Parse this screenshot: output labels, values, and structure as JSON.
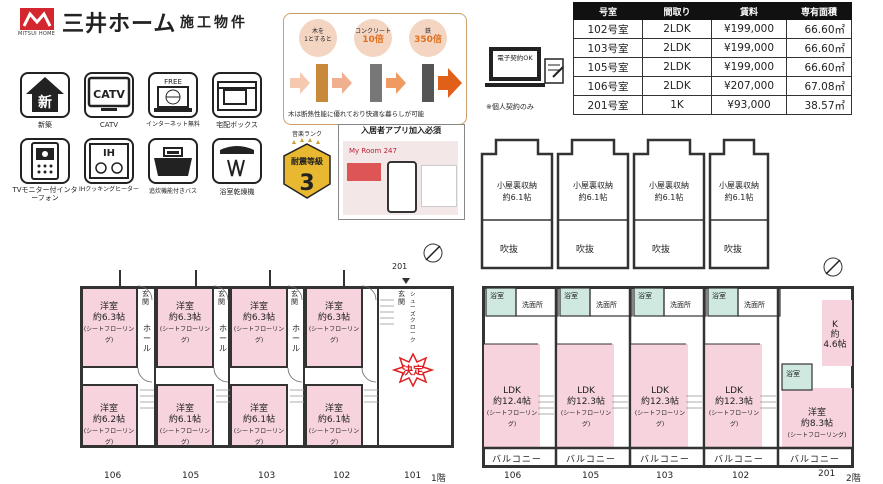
{
  "header": {
    "brand": "三井ホーム",
    "logo_sub": "MITSUI HOME",
    "subtitle": "施工物件"
  },
  "features": [
    {
      "icon": "new-build-icon",
      "glyph": "新",
      "label": "新築"
    },
    {
      "icon": "catv-icon",
      "glyph": "CATV",
      "label": "CATV"
    },
    {
      "icon": "internet-icon",
      "glyph": "FREE",
      "label": "インターネット無料"
    },
    {
      "icon": "delivery-box-icon",
      "glyph": "",
      "label": "宅配ボックス"
    },
    {
      "icon": "intercom-icon",
      "glyph": "",
      "label": "TVモニター付インターフォン"
    },
    {
      "icon": "ih-cooktop-icon",
      "glyph": "IH",
      "label": "IHクッキングヒーター"
    },
    {
      "icon": "bath-icon",
      "glyph": "",
      "label": "追炊機能付きバス"
    },
    {
      "icon": "bath-dryer-icon",
      "glyph": "",
      "label": "浴室乾燥機"
    }
  ],
  "insulation": {
    "items": [
      {
        "top": "木を",
        "mid": "1とすると",
        "val": ""
      },
      {
        "top": "コンクリート",
        "mid": "",
        "val": "10倍"
      },
      {
        "top": "鉄",
        "mid": "",
        "val": "350倍"
      }
    ],
    "caption": "木は断熱性能に優れており快適な暮らしが可能"
  },
  "rank": {
    "top": "音楽ランク",
    "label": "耐震等級",
    "value": "3"
  },
  "app": {
    "title": "入居者アプリ加入必須",
    "name": "My Room 247"
  },
  "contract": {
    "screen": "電子契約OK",
    "note": "※個人契約のみ"
  },
  "units_table": {
    "headers": [
      "号室",
      "間取り",
      "賃料",
      "専有面積"
    ],
    "rows": [
      [
        "102号室",
        "2LDK",
        "¥199,000",
        "66.60㎡"
      ],
      [
        "103号室",
        "2LDK",
        "¥199,000",
        "66.60㎡"
      ],
      [
        "105号室",
        "2LDK",
        "¥199,000",
        "66.60㎡"
      ],
      [
        "106号室",
        "2LDK",
        "¥207,000",
        "67.08㎡"
      ],
      [
        "201号室",
        "1K",
        "¥93,000",
        "38.57㎡"
      ]
    ]
  },
  "floor1": {
    "units": [
      "106",
      "105",
      "103",
      "102",
      "101"
    ],
    "floor_label": "1階",
    "upper_room": [
      "洋室",
      "約6.3帖",
      "(シートフローリング)"
    ],
    "lower_rooms": [
      [
        "洋室",
        "約6.2帖",
        "(シートフローリング)"
      ],
      [
        "洋室",
        "約6.1帖",
        "(シートフローリング)"
      ],
      [
        "洋室",
        "約6.1帖",
        "(シートフローリング)"
      ],
      [
        "洋室",
        "約6.1帖",
        "(シートフローリング)"
      ]
    ],
    "genkan": "玄関",
    "hall": "ホール",
    "decided": "決定",
    "u201": "201",
    "shoes": "シューズクローク"
  },
  "attic": {
    "label": "小屋裏収納",
    "size": "約6.1帖",
    "void": "吹抜"
  },
  "floor2": {
    "units": [
      "106",
      "105",
      "103",
      "102",
      "201"
    ],
    "floor_label": "2階",
    "ldk": [
      [
        "LDK",
        "約12.4帖",
        "(シートフローリング)"
      ],
      [
        "LDK",
        "約12.3帖",
        "(シートフローリング)"
      ],
      [
        "LDK",
        "約12.3帖",
        "(シートフローリング)"
      ],
      [
        "LDK",
        "約12.3帖",
        "(シートフローリング)"
      ]
    ],
    "bath": "浴室",
    "wash": "洗面所",
    "balcony": "バルコニー",
    "k_room": [
      "K",
      "約",
      "4.6帖"
    ],
    "u201_room": [
      "洋室",
      "約8.3帖",
      "(シートフローリング)"
    ]
  }
}
